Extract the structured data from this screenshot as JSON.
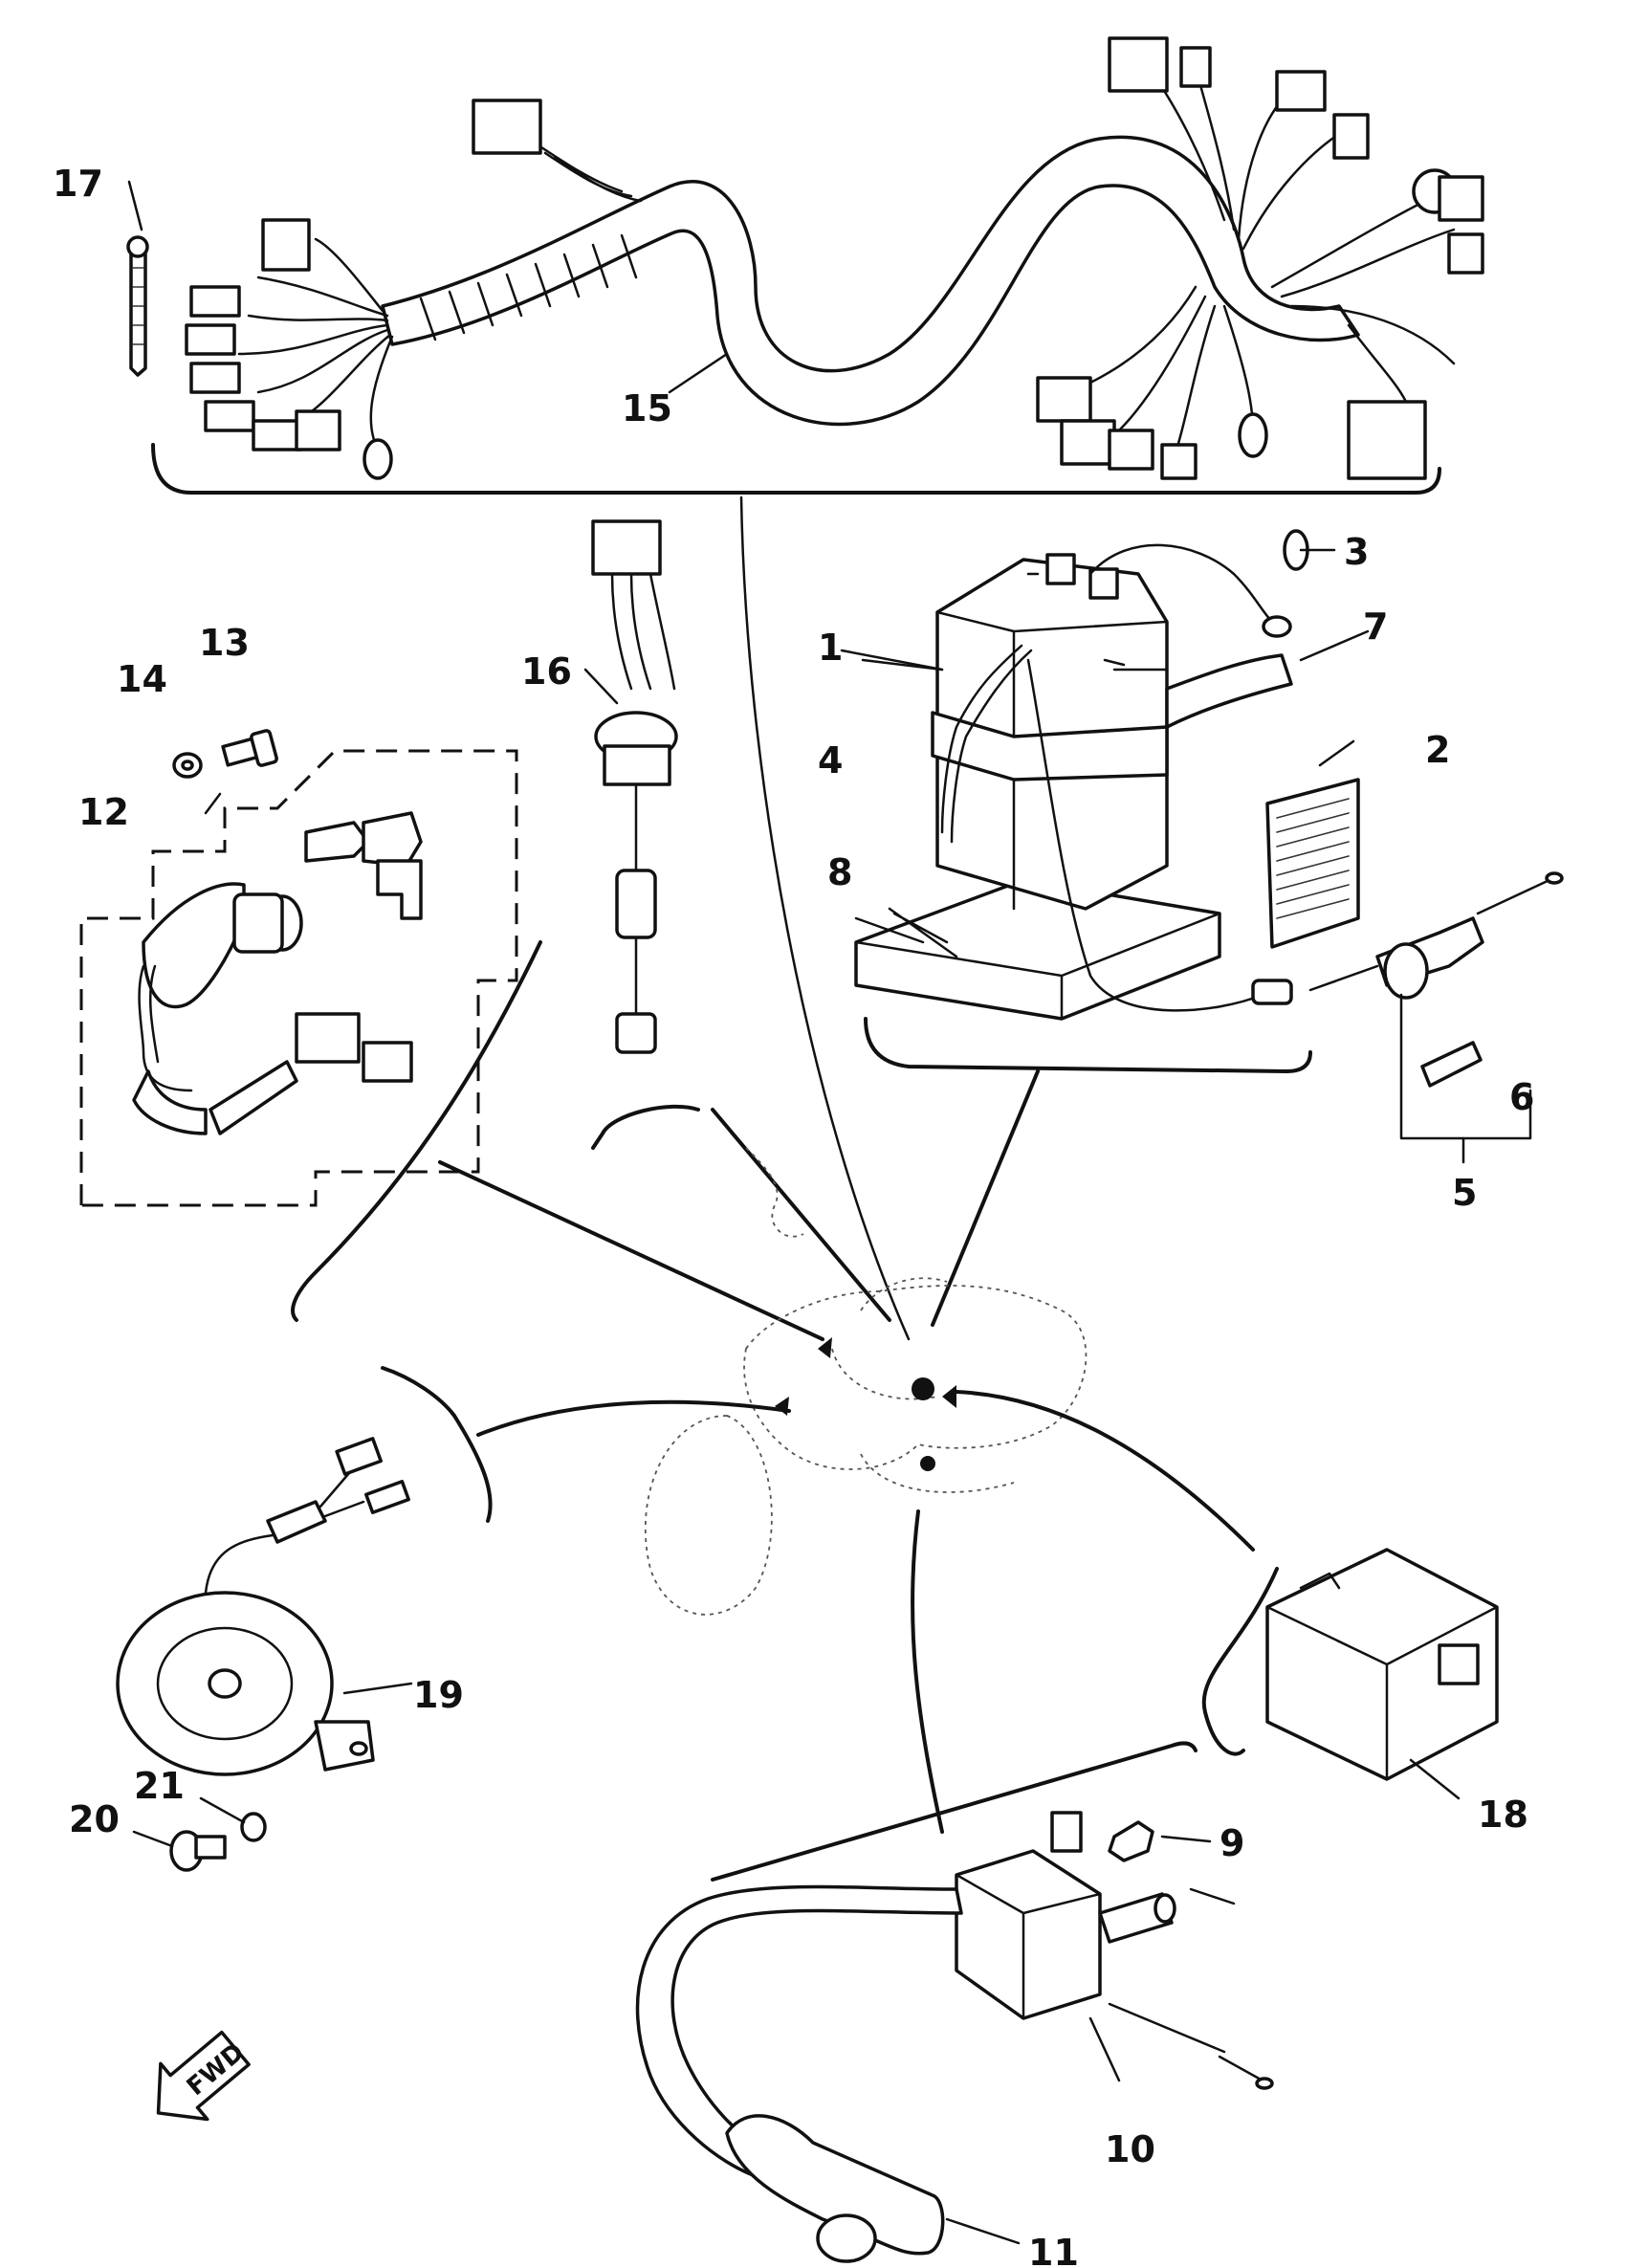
{
  "callouts": {
    "p1": "1",
    "p2": "2",
    "p3": "3",
    "p4": "4",
    "p5": "5",
    "p6": "6",
    "p7": "7",
    "p8": "8",
    "p9": "9",
    "p10": "10",
    "p11": "11",
    "p12": "12",
    "p13": "13",
    "p14": "14",
    "p15": "15",
    "p16": "16",
    "p17": "17",
    "p18": "18",
    "p19": "19",
    "p20": "20",
    "p21": "21"
  },
  "fwd_label": "FWD",
  "icons": {
    "harness": "wire-harness-icon",
    "battery": "battery-icon",
    "horn": "horn-icon",
    "coil": "ignition-coil-icon",
    "switch": "main-switch-icon",
    "relay": "relay-icon"
  }
}
